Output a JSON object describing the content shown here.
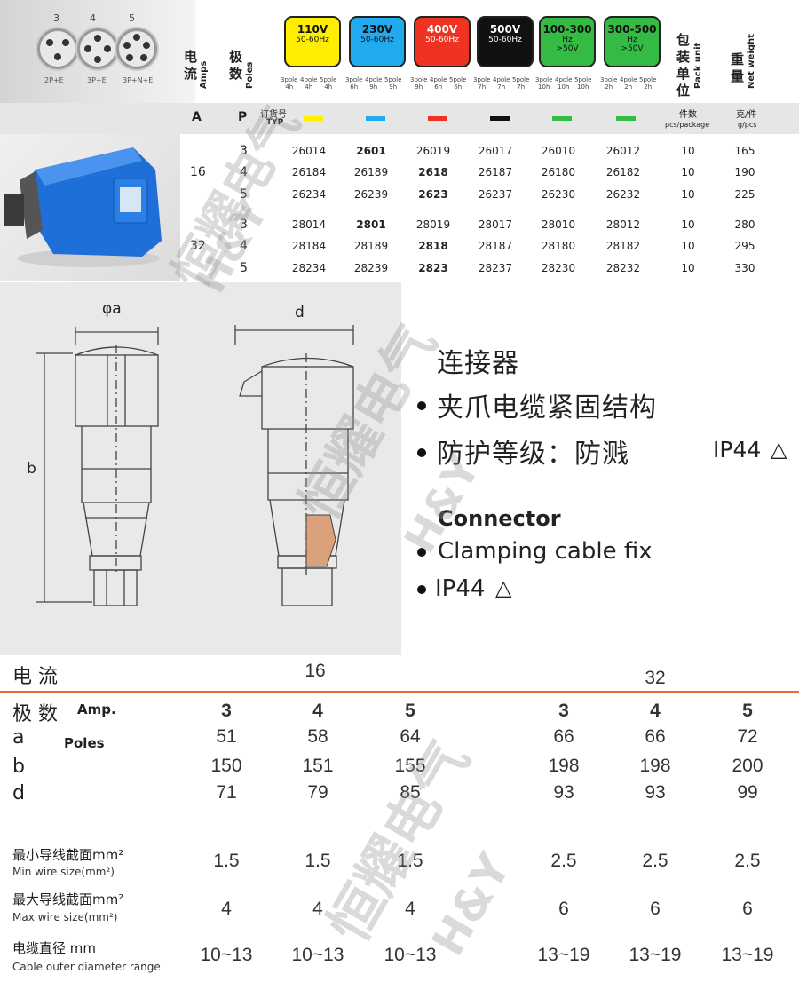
{
  "sockets": [
    {
      "num": "3",
      "label": "2P+E"
    },
    {
      "num": "4",
      "label": "3P+E"
    },
    {
      "num": "5",
      "label": "3P+N+E"
    }
  ],
  "header": {
    "amps_cn": "电流",
    "amps_en": "Amps",
    "poles_cn": "极数",
    "poles_en": "Poles",
    "pack_cn": "包装单位",
    "pack_en": "Pack unit",
    "weight_cn": "重量",
    "weight_en": "Net weight",
    "col_a": "A",
    "col_p": "P",
    "order_cn": "订货号",
    "order_en": "TYP",
    "pack_sub_cn": "件数",
    "pack_sub_en": "pcs/package",
    "weight_sub_cn": "克/件",
    "weight_sub_en": "g/pcs"
  },
  "voltages": [
    {
      "v": "110V",
      "hz": "50-60Hz",
      "hz2": "",
      "color": "#ffee00",
      "text": "#111",
      "poles": [
        "3pole",
        "4pole",
        "5pole"
      ],
      "hrs": [
        "4h",
        "4h",
        "4h"
      ]
    },
    {
      "v": "230V",
      "hz": "50-60Hz",
      "hz2": "",
      "color": "#22aaee",
      "text": "#111",
      "poles": [
        "3pole",
        "4pole",
        "5pole"
      ],
      "hrs": [
        "6h",
        "9h",
        "9h"
      ]
    },
    {
      "v": "400V",
      "hz": "50-60Hz",
      "hz2": "",
      "color": "#ee3322",
      "text": "#fff",
      "poles": [
        "3pole",
        "4pole",
        "5pole"
      ],
      "hrs": [
        "9h",
        "6h",
        "6h"
      ]
    },
    {
      "v": "500V",
      "hz": "50-60Hz",
      "hz2": "",
      "color": "#111111",
      "text": "#fff",
      "poles": [
        "3pole",
        "4pole",
        "5pole"
      ],
      "hrs": [
        "7h",
        "7h",
        "7h"
      ]
    },
    {
      "v": "100-300",
      "hz": "Hz",
      "hz2": ">50V",
      "color": "#33bb44",
      "text": "#111",
      "poles": [
        "3pole",
        "4pole",
        "5pole"
      ],
      "hrs": [
        "10h",
        "10h",
        "10h"
      ]
    },
    {
      "v": "300-500",
      "hz": "Hz",
      "hz2": ">50V",
      "color": "#33bb44",
      "text": "#111",
      "poles": [
        "3pole",
        "4pole",
        "5pole"
      ],
      "hrs": [
        "2h",
        "2h",
        "2h"
      ]
    }
  ],
  "rows": [
    {
      "amp": "16",
      "p": "3",
      "codes": [
        "26014",
        "2601",
        "26019",
        "26017",
        "26010",
        "26012"
      ],
      "bold": 1,
      "pack": "10",
      "wt": "165"
    },
    {
      "amp": "",
      "p": "4",
      "codes": [
        "26184",
        "26189",
        "2618",
        "26187",
        "26180",
        "26182"
      ],
      "bold": 2,
      "pack": "10",
      "wt": "190"
    },
    {
      "amp": "",
      "p": "5",
      "codes": [
        "26234",
        "26239",
        "2623",
        "26237",
        "26230",
        "26232"
      ],
      "bold": 2,
      "pack": "10",
      "wt": "225"
    },
    {
      "amp": "32",
      "p": "3",
      "codes": [
        "28014",
        "2801",
        "28019",
        "28017",
        "28010",
        "28012"
      ],
      "bold": 1,
      "pack": "10",
      "wt": "280"
    },
    {
      "amp": "",
      "p": "4",
      "codes": [
        "28184",
        "28189",
        "2818",
        "28187",
        "28180",
        "28182"
      ],
      "bold": 2,
      "pack": "10",
      "wt": "295"
    },
    {
      "amp": "",
      "p": "5",
      "codes": [
        "28234",
        "28239",
        "2823",
        "28237",
        "28230",
        "28232"
      ],
      "bold": 2,
      "pack": "10",
      "wt": "330"
    }
  ],
  "drawing": {
    "dim_a": "φa",
    "dim_d": "d",
    "dim_b": "b"
  },
  "desc": {
    "cn1": "连接器",
    "cn2": "夹爪电缆紧固结构",
    "cn3": "防护等级：防溅",
    "ip": "IP44",
    "en1": "Connector",
    "en2": "Clamping cable fix",
    "en3": "IP44"
  },
  "table": {
    "current_cn": "电 流",
    "poles_cn": "极 数",
    "amp_en": "Amp.",
    "poles_en": "Poles",
    "g16": "16",
    "g32": "32",
    "poles": [
      "3",
      "4",
      "5",
      "3",
      "4",
      "5"
    ],
    "a_label": "a",
    "b_label": "b",
    "d_label": "d",
    "a": [
      "51",
      "58",
      "64",
      "66",
      "66",
      "72"
    ],
    "b": [
      "150",
      "151",
      "155",
      "198",
      "198",
      "200"
    ],
    "d": [
      "71",
      "79",
      "85",
      "93",
      "93",
      "99"
    ],
    "min_cn": "最小导线截面mm²",
    "min_en": "Min wire size(mm²)",
    "min": [
      "1.5",
      "1.5",
      "1.5",
      "2.5",
      "2.5",
      "2.5"
    ],
    "max_cn": "最大导线截面mm²",
    "max_en": "Max wire size(mm²)",
    "max": [
      "4",
      "4",
      "4",
      "6",
      "6",
      "6"
    ],
    "cab_cn": "电缆直径 mm",
    "cab_en": "Cable outer diameter range",
    "cab": [
      "10~13",
      "10~13",
      "10~13",
      "13~19",
      "13~19",
      "13~19"
    ]
  },
  "watermark": {
    "cn": "恒耀电气",
    "en": "H&Y"
  }
}
